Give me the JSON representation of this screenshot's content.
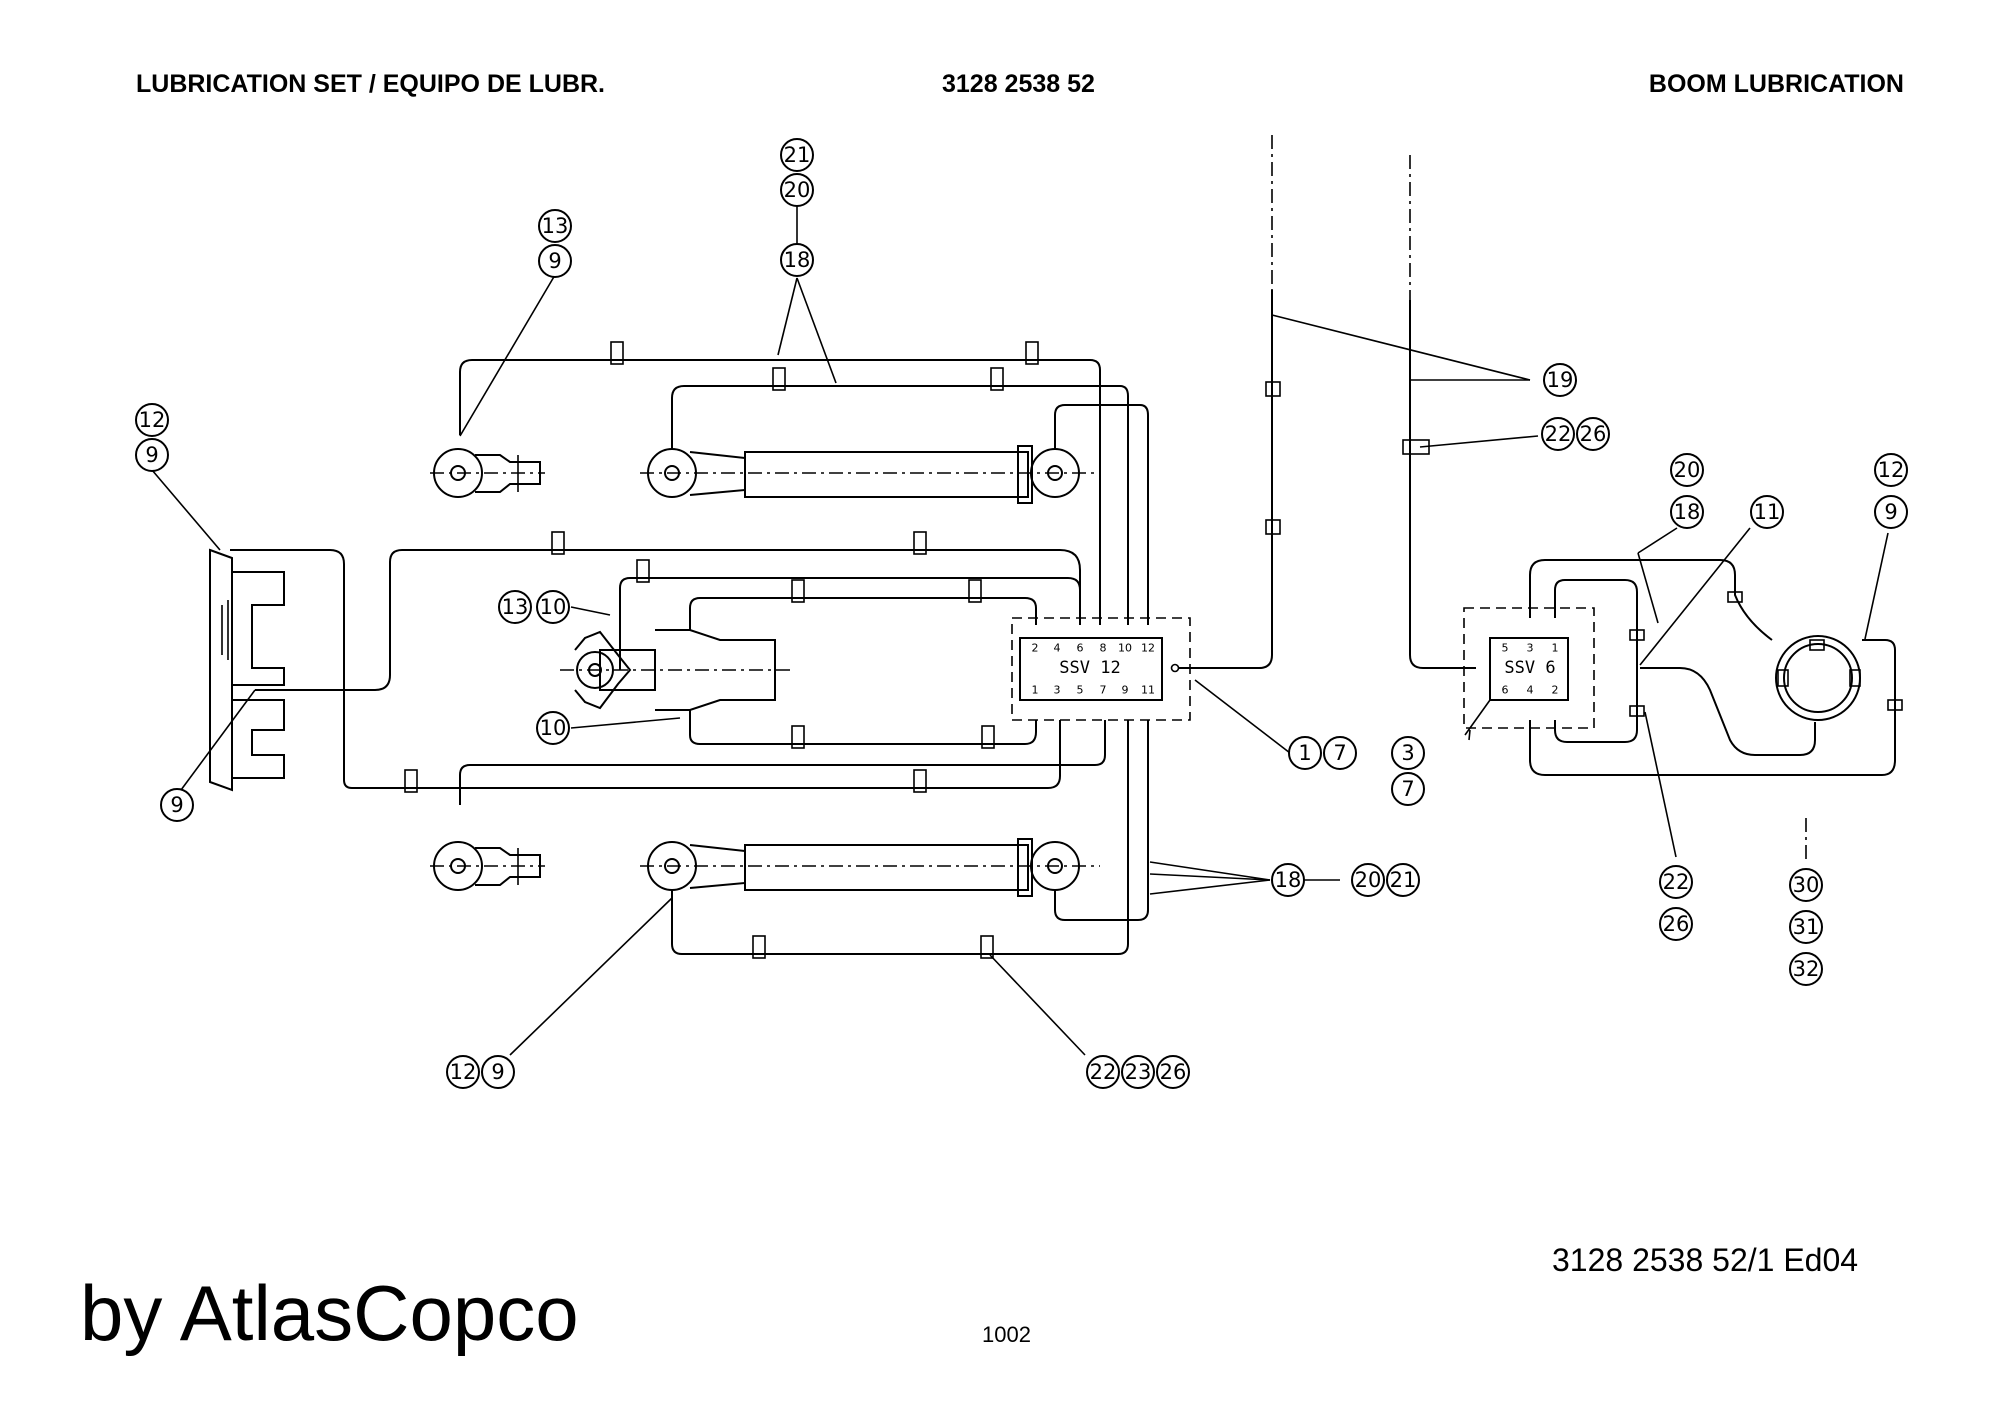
{
  "header": {
    "left": "LUBRICATION SET / EQUIPO DE LUBR.",
    "center": "3128 2538 52",
    "right": "BOOM LUBRICATION"
  },
  "footer": {
    "doc_ref": "3128 2538 52/1  Ed04",
    "brand": "by AtlasCopco",
    "page": "1002"
  },
  "blocks": {
    "ssv12": "SSV 12",
    "ssv6": "SSV 6",
    "ssv12_pins_top": [
      "2",
      "4",
      "6",
      "8",
      "10",
      "12"
    ],
    "ssv12_pins_bottom": [
      "1",
      "3",
      "5",
      "7",
      "9",
      "11"
    ],
    "ssv6_pins_top": [
      "5",
      "3",
      "1"
    ],
    "ssv6_pins_bottom": [
      "6",
      "4",
      "2"
    ]
  },
  "balloons": [
    "21",
    "20",
    "18",
    "13",
    "9",
    "12",
    "9",
    "13",
    "10",
    "10",
    "9",
    "1",
    "7",
    "19",
    "22",
    "26",
    "20",
    "18",
    "11",
    "12",
    "9",
    "3",
    "7",
    "18",
    "20",
    "21",
    "12",
    "9",
    "22",
    "23",
    "26",
    "22",
    "26",
    "30",
    "31",
    "32"
  ]
}
